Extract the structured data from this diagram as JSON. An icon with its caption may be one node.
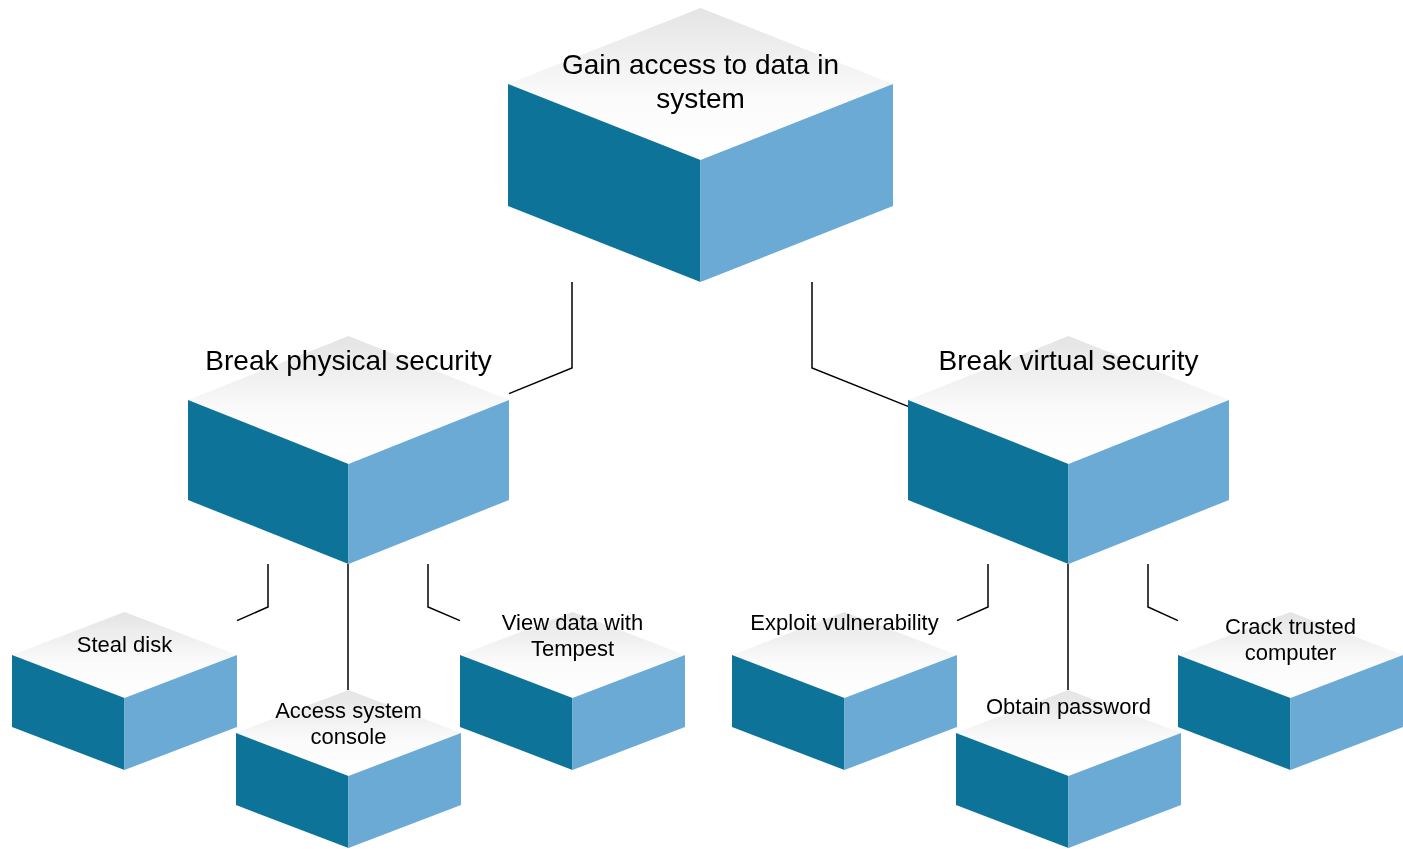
{
  "diagram": {
    "nodes": [
      {
        "text": [
          "Gain access to data in system"
        ]
      },
      {
        "text": [
          "Break physical security"
        ]
      },
      {
        "text": [
          "Break virtual security"
        ]
      },
      {
        "text": [
          "Steal disk"
        ]
      },
      {
        "text": [
          "Access system console"
        ]
      },
      {
        "text": [
          "View data with Tempest"
        ]
      },
      {
        "text": [
          "Exploit vulnerability"
        ]
      },
      {
        "text": [
          "Obtain password"
        ]
      },
      {
        "text": [
          "Crack trusted computer"
        ]
      }
    ],
    "edges": [
      {
        "from": 0,
        "to": 1,
        "arrow": "none"
      },
      {
        "from": 0,
        "to": 2,
        "arrow": "none"
      },
      {
        "from": 1,
        "to": 3,
        "arrow": "none"
      },
      {
        "from": 1,
        "to": 4,
        "arrow": "none"
      },
      {
        "from": 1,
        "to": 5,
        "arrow": "none"
      },
      {
        "from": 2,
        "to": 6,
        "arrow": "none"
      },
      {
        "from": 2,
        "to": 7,
        "arrow": "none"
      },
      {
        "from": 2,
        "to": 8,
        "arrow": "none"
      }
    ]
  }
}
